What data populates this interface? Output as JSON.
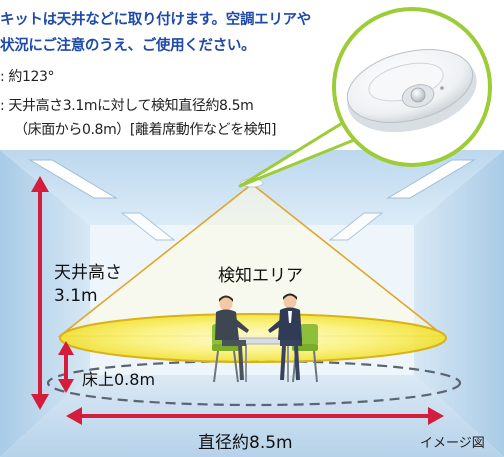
{
  "header": {
    "line1": "キットは天井などに取り付けます。空調エリアや",
    "line2": "状況にご注意のうえ、ご使用ください。"
  },
  "specs": {
    "angle": ": 約123°",
    "range_line1": ": 天井高さ3.1mに対して検知直径約8.5m",
    "range_line2": "（床面から0.8m）[離着席動作などを検知]"
  },
  "diagram": {
    "ceiling_label_1": "天井高さ",
    "ceiling_label_2": "3.1m",
    "detect_label": "検知エリア",
    "floor_label": "床上0.8m",
    "diameter_label": "直径約8.5m",
    "image_note": "イメージ図"
  },
  "colors": {
    "accent_blue": "#1f4aa8",
    "arrow_red": "#d41c3c",
    "zone_yellow": "#f7ec3c",
    "callout_green": "#9ccc36"
  }
}
